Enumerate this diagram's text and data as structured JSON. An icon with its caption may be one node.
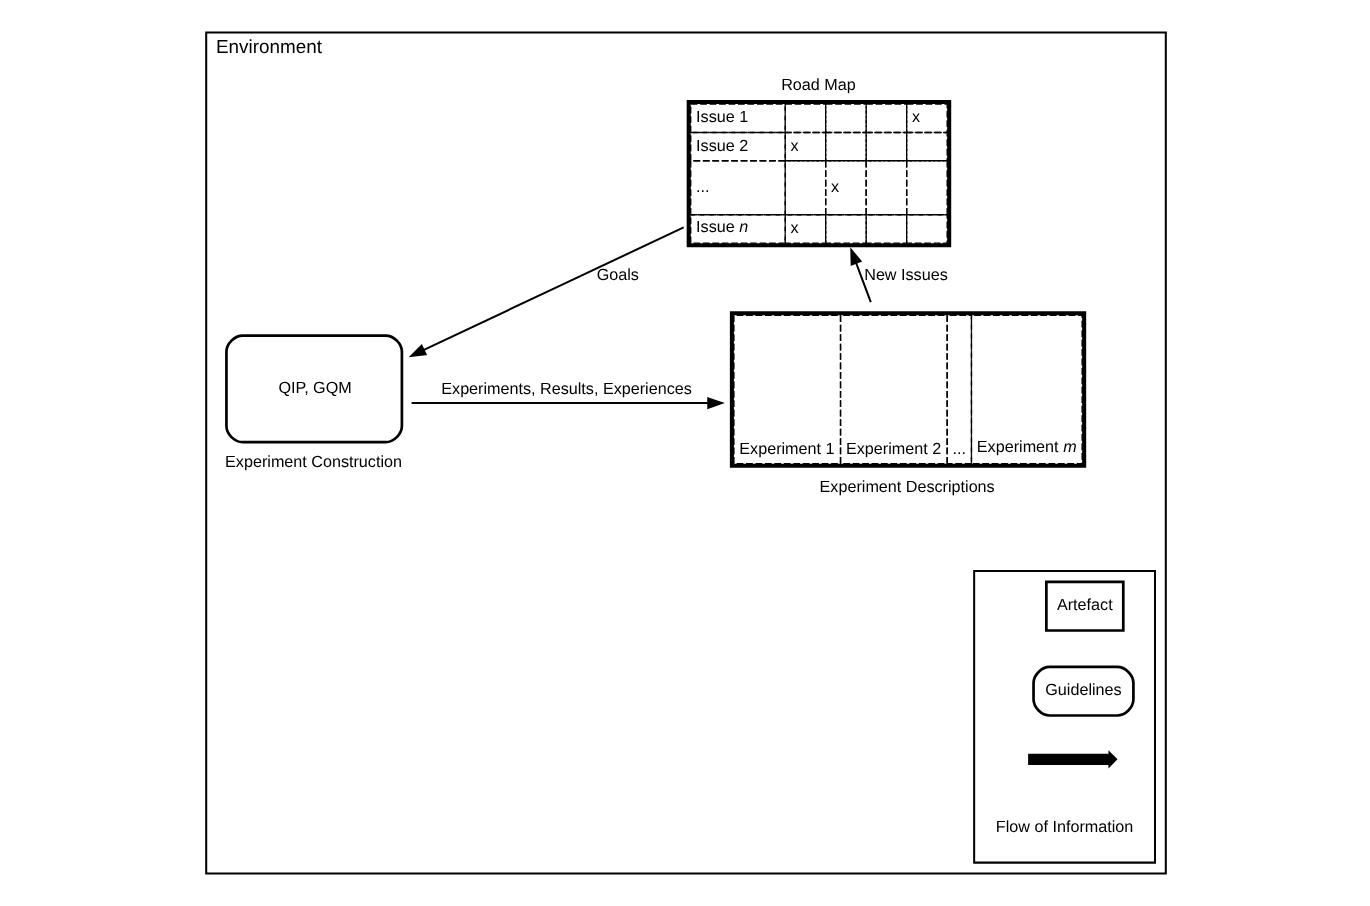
{
  "diagram": {
    "nodes": [
      {
        "text": [
          "Environment"
        ]
      },
      {
        "text": [
          "Road Map",
          "Issue 1",
          "x",
          "Issue 2",
          "x",
          "...",
          "x",
          "Issue *n*",
          "x"
        ],
        "in": 0
      },
      {
        "text": [
          "QIP, GQM",
          "Experiment Construction"
        ],
        "in": 0
      },
      {
        "text": [
          "Experiment 1",
          "Experiment 2",
          "...",
          "Experiment *m*",
          "Experiment Descriptions"
        ],
        "in": 0
      },
      {
        "text": [],
        "shape": "box",
        "in": 0
      }
    ],
    "edges": [
      {
        "from": 1,
        "to": 2,
        "label": "Goals",
        "arrow": "to"
      },
      {
        "from": 2,
        "to": 3,
        "label": "Experiments, Results, Experiences",
        "arrow": "to"
      },
      {
        "from": 3,
        "to": 1,
        "label": "New Issues",
        "arrow": "to"
      }
    ],
    "legend": [
      {
        "text": "Artefact"
      },
      {
        "text": "Guidelines"
      },
      {
        "text": "Flow of Information"
      }
    ]
  }
}
